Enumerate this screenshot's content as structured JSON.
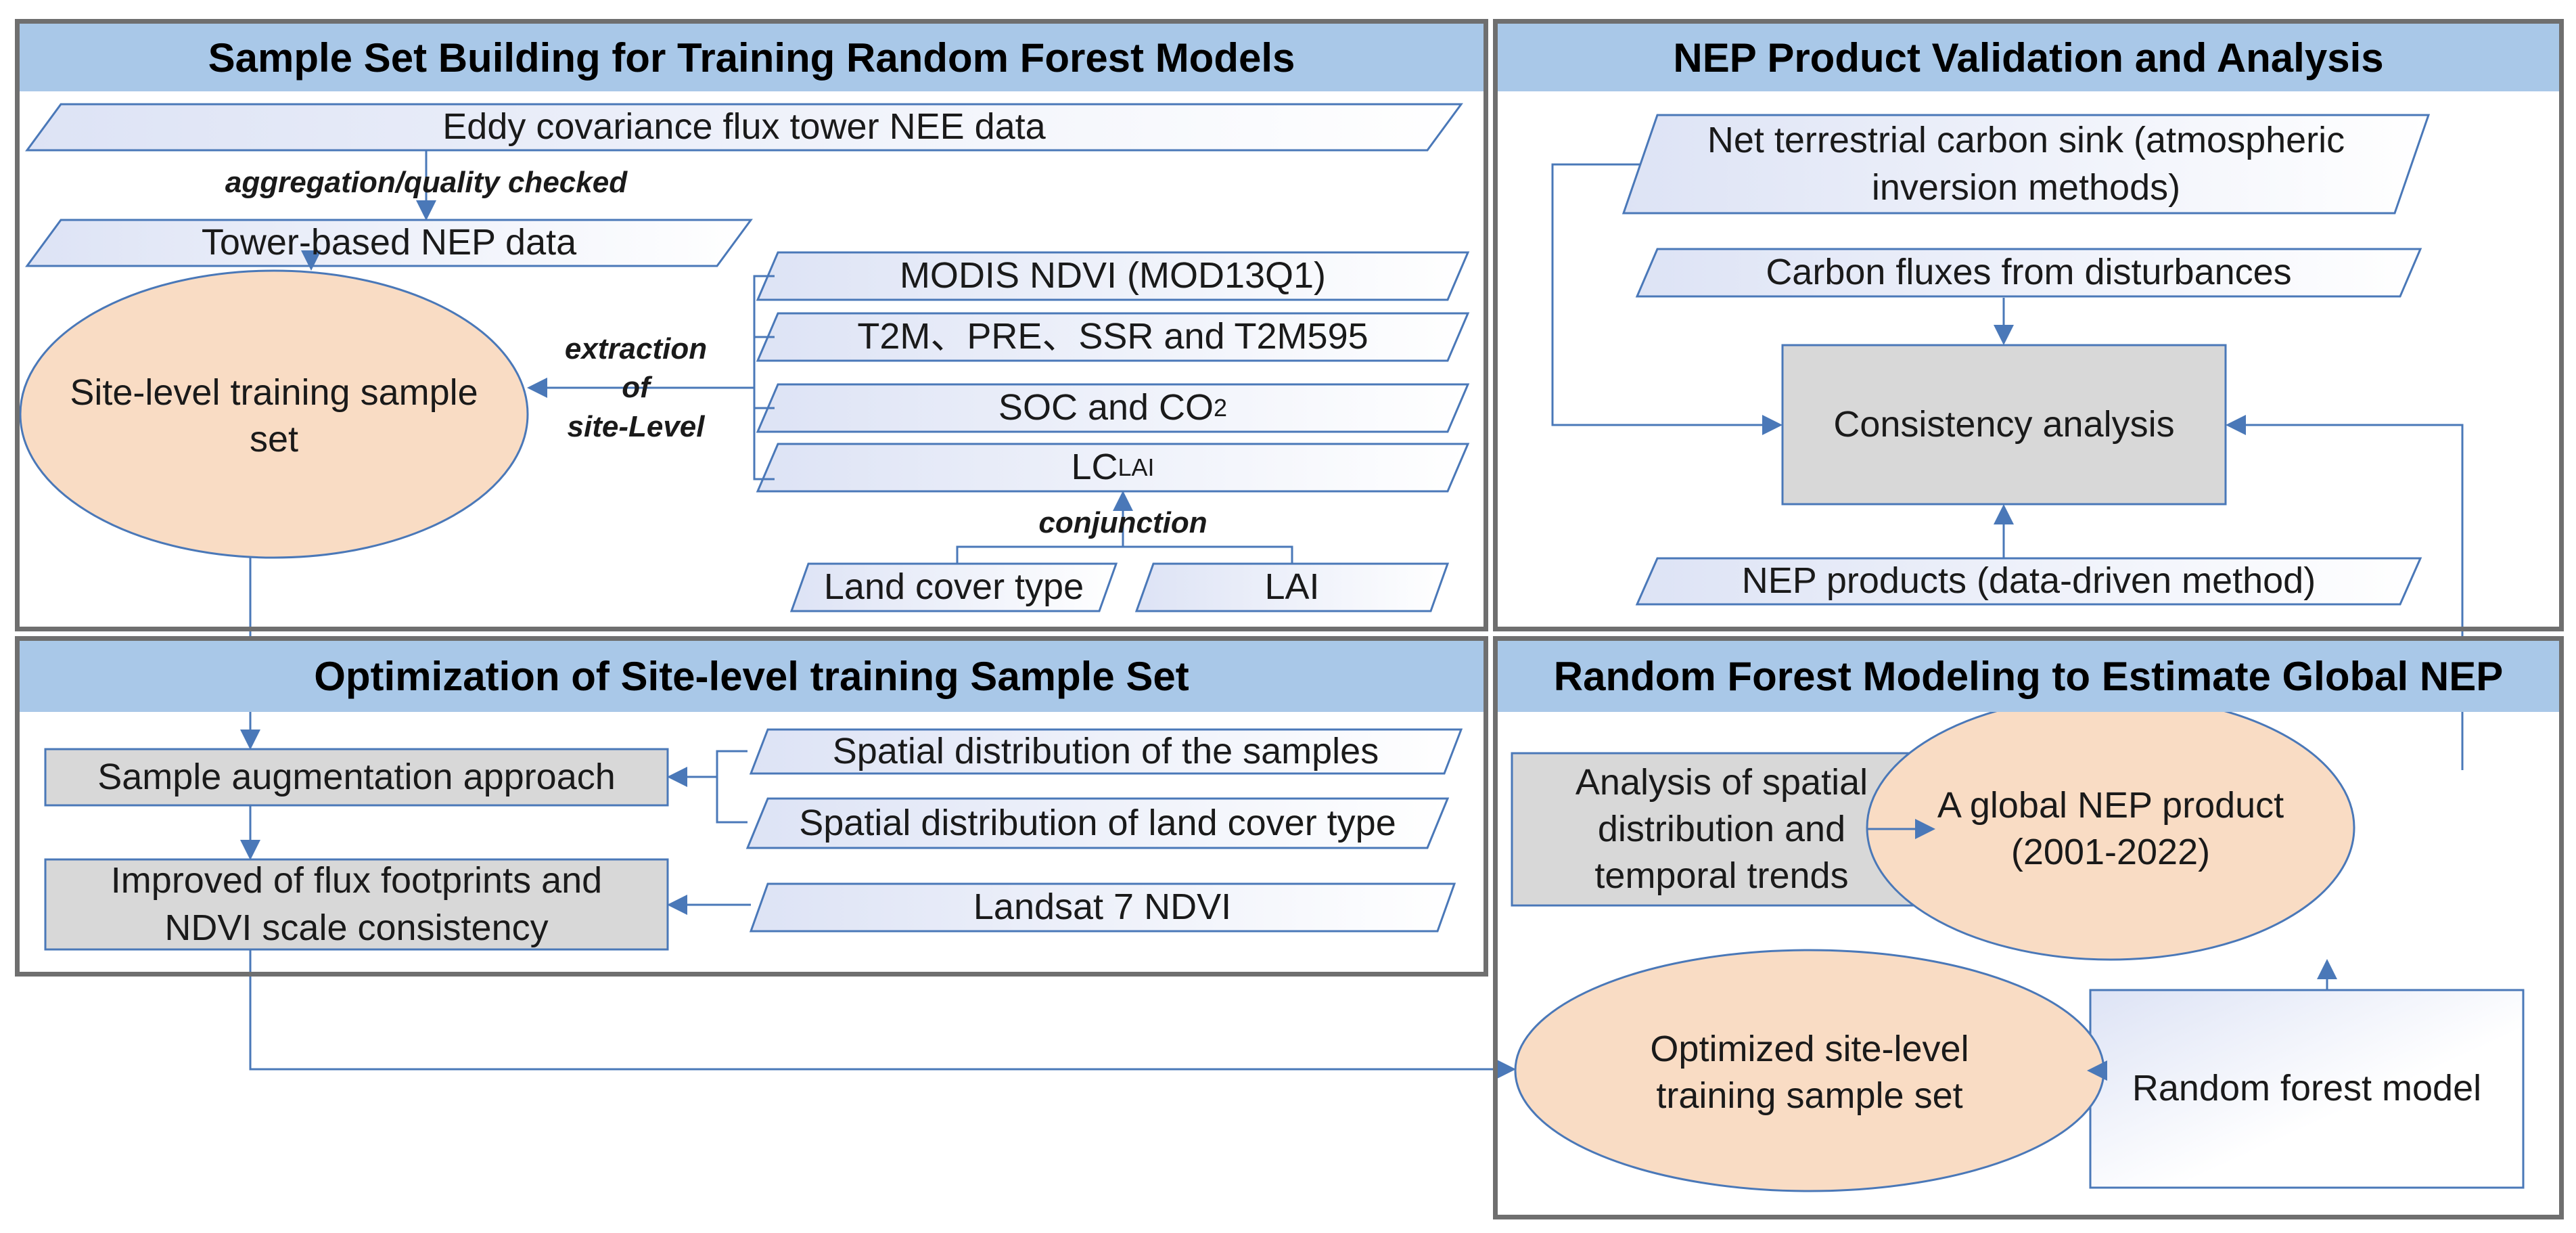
{
  "colors": {
    "header_fill": "#a9c8e8",
    "frame": "#6f6f6f",
    "arrow": "#4a78b8",
    "process_fill": "#d8d8d8",
    "ellipse_fill": "#f9dcc4",
    "data_fill": "#eef1fa"
  },
  "panels": {
    "sample_building": {
      "title": "Sample Set Building for Training Random Forest Models"
    },
    "validation": {
      "title": "NEP Product Validation and Analysis"
    },
    "optimization": {
      "title": "Optimization of Site-level training Sample Set"
    },
    "modeling": {
      "title": "Random Forest Modeling to Estimate Global NEP"
    }
  },
  "nodes": {
    "eddy": "Eddy covariance flux tower NEE data",
    "aggregation": "aggregation/quality checked",
    "tower_nep": "Tower-based NEP data",
    "modis": "MODIS NDVI (MOD13Q1)",
    "t2m": "T2M、PRE、SSR and T2M595",
    "soc_prefix": "SOC and CO",
    "soc_sub": "2",
    "lc_base": "LC",
    "lc_sub": "LAI",
    "extraction_1": "extraction",
    "extraction_2": "of",
    "extraction_3": "site-Level",
    "site_sample_1": "Site-level training sample",
    "site_sample_2": "set",
    "conjunction": "conjunction",
    "land_cover": "Land cover type",
    "lai": "LAI",
    "net_sink_1": "Net terrestrial carbon sink (atmospheric",
    "net_sink_2": "inversion methods)",
    "carbon_fluxes": "Carbon fluxes from disturbances",
    "consistency": "Consistency analysis",
    "nep_products": "NEP products (data-driven method)",
    "augmentation": "Sample augmentation approach",
    "spatial_samples": "Spatial distribution of the samples",
    "spatial_landcover": "Spatial distribution of land cover type",
    "improved_1": "Improved of flux footprints and",
    "improved_2": "NDVI scale consistency",
    "landsat": "Landsat 7 NDVI",
    "analysis_1": "Analysis of spatial",
    "analysis_2": "distribution and",
    "analysis_3": "temporal trends",
    "global_nep_1": "A global NEP product",
    "global_nep_2": "(2001-2022)",
    "optimized_1": "Optimized site-level",
    "optimized_2": "training sample set",
    "rf_model": "Random forest model"
  }
}
